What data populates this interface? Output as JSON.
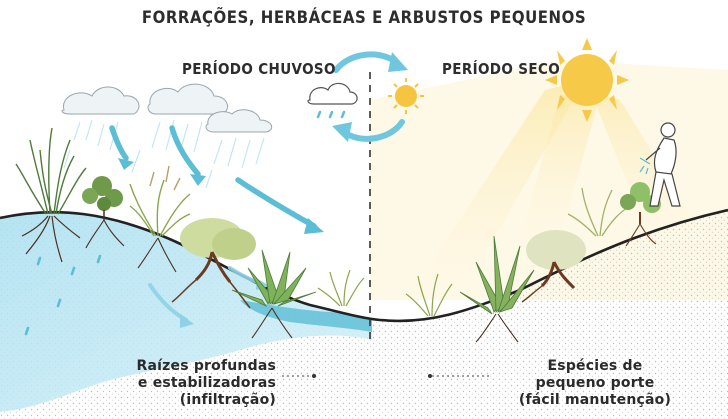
{
  "title": "FORRAÇÕES, HERBÁCEAS E ARBUSTOS PEQUENOS",
  "rainy_period": "PERÍODO CHUVOSO",
  "dry_period": "PERÍODO SECO",
  "caption_left": {
    "line1": "Raízes profundas",
    "line2": "e estabilizadoras",
    "line3": "(infiltração)"
  },
  "caption_right": {
    "line1": "Espécies de",
    "line2": "pequeno porte",
    "line3": "(fácil manutenção)"
  },
  "colors": {
    "water": "#5bbdd6",
    "sun": "#f5c542",
    "foliage": "#6f9a4a",
    "ground_line": "#222222"
  },
  "icons": [
    "cloud-icon",
    "rain-icon",
    "sun-icon",
    "cycle-arrows-icon",
    "person-watering-icon"
  ]
}
